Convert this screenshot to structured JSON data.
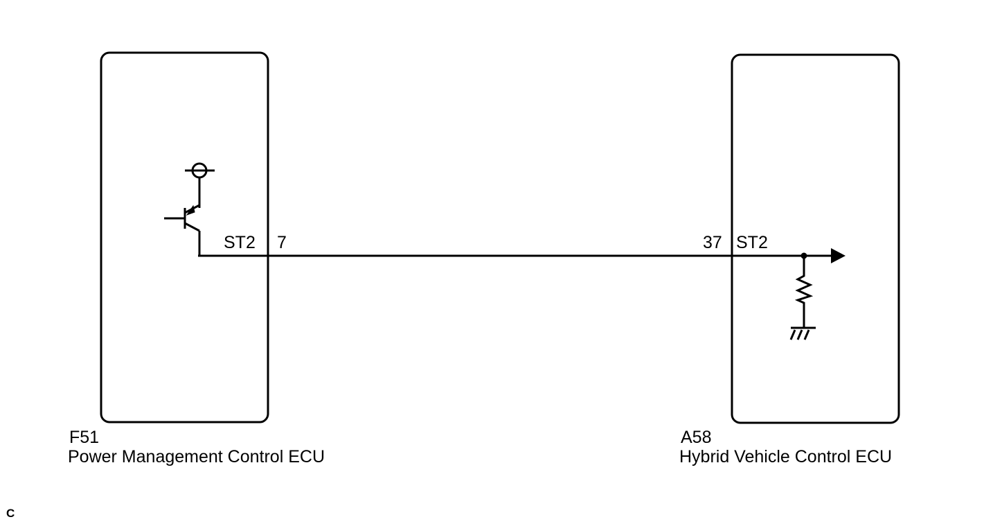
{
  "components": [
    {
      "code": "F51",
      "name": "Power Management Control ECU",
      "terminal": {
        "signal": "ST2",
        "pin": "7"
      }
    },
    {
      "code": "A58",
      "name": "Hybrid Vehicle Control ECU",
      "terminal": {
        "signal": "ST2",
        "pin": "37"
      }
    }
  ],
  "corner_mark": "C"
}
